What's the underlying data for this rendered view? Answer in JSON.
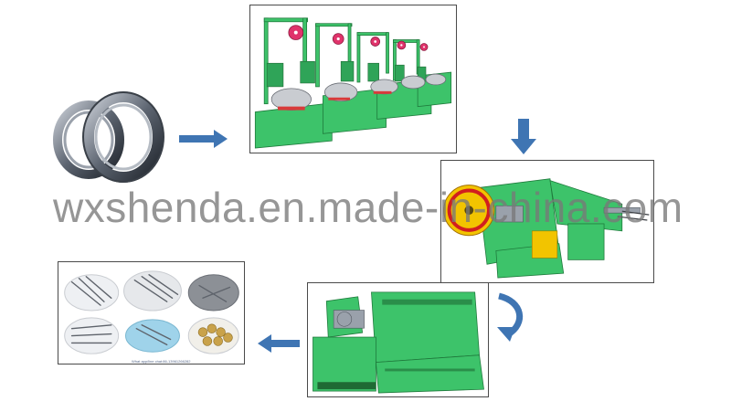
{
  "watermark": {
    "text": "wxshenda.en.made-in-china.com",
    "color": "#808080"
  },
  "colors": {
    "machine_green": "#3dc36a",
    "arrow_blue": "#3f75b3",
    "flywheel_yellow": "#f2c400",
    "spool_pink": "#e0336b"
  },
  "nails_panel": {
    "caption": "What app/line chat:86-13961266282"
  },
  "process_steps": [
    {
      "name": "wire-coil"
    },
    {
      "name": "wire-drawing-machine"
    },
    {
      "name": "nail-making-machine"
    },
    {
      "name": "nail-polishing-machine"
    },
    {
      "name": "finished-nails"
    }
  ]
}
